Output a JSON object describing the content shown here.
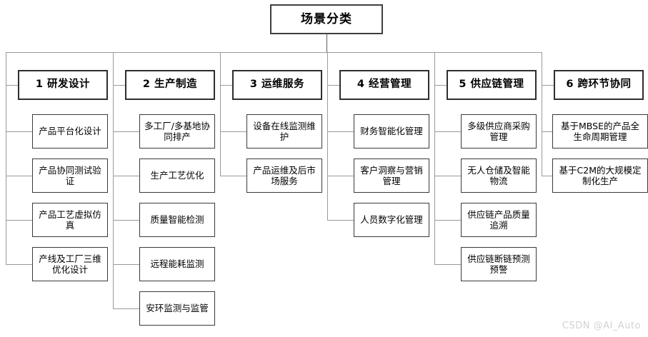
{
  "diagram": {
    "title": "场景分类",
    "root": {
      "label": "场景分类"
    },
    "columns": [
      {
        "id": "col-1",
        "index": "1",
        "label": "1 研发设计",
        "children": [
          {
            "label": "产品平台化设计"
          },
          {
            "label": "产品协同测试验证"
          },
          {
            "label": "产品工艺虚拟仿真"
          },
          {
            "label": "产线及工厂三维优化设计"
          }
        ]
      },
      {
        "id": "col-2",
        "index": "2",
        "label": "2 生产制造",
        "children": [
          {
            "label": "多工厂/多基地协同排产"
          },
          {
            "label": "生产工艺优化"
          },
          {
            "label": "质量智能检测"
          },
          {
            "label": "远程能耗监测"
          },
          {
            "label": "安环监测与监管"
          }
        ]
      },
      {
        "id": "col-3",
        "index": "3",
        "label": "3 运维服务",
        "children": [
          {
            "label": "设备在线监测维护"
          },
          {
            "label": "产品运维及后市场服务"
          }
        ]
      },
      {
        "id": "col-4",
        "index": "4",
        "label": "4 经营管理",
        "children": [
          {
            "label": "财务智能化管理"
          },
          {
            "label": "客户洞察与营销管理"
          },
          {
            "label": "人员数字化管理"
          }
        ]
      },
      {
        "id": "col-5",
        "index": "5",
        "label": "5 供应链管理",
        "children": [
          {
            "label": "多级供应商采购管理"
          },
          {
            "label": "无人仓储及智能物流"
          },
          {
            "label": "供应链产品质量追溯"
          },
          {
            "label": "供应链断链预测预警"
          }
        ]
      },
      {
        "id": "col-6",
        "index": "6",
        "label": "6 跨环节协同",
        "children": [
          {
            "label": "基于MBSE的产品全生命周期管理"
          },
          {
            "label": "基于C2M的大规模定制化生产"
          }
        ]
      }
    ]
  },
  "watermark": {
    "text": "CSDN @AI_Auto"
  },
  "colors": {
    "background": "#ffffff",
    "box_border": "#2e2e2e",
    "leaf_border": "#3a3a3a",
    "connector": "#9a9a9a",
    "text": "#000000",
    "watermark": "#d2d2d2"
  }
}
